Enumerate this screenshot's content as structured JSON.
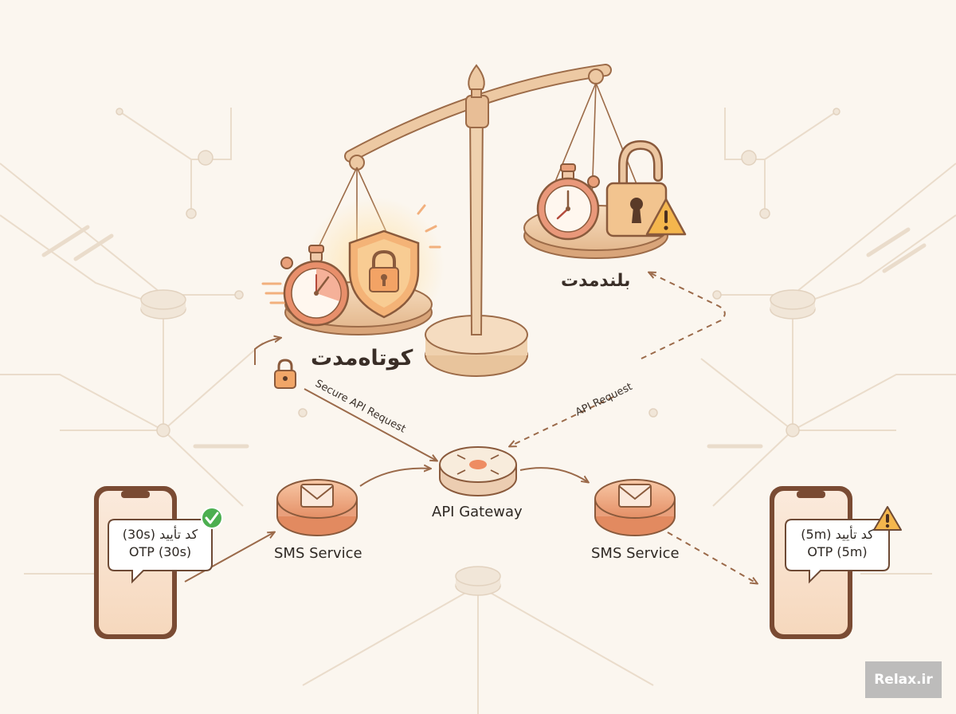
{
  "balance": {
    "left_label": "کوتاه‌مدت",
    "right_label": "بلندمدت"
  },
  "flow": {
    "secure_request_label": "Secure API Request",
    "api_request_label": "API Request",
    "gateway_label": "API Gateway",
    "sms_left_label": "SMS Service",
    "sms_right_label": "SMS Service"
  },
  "phones": {
    "left": {
      "line1": "کد تأیید (30s)",
      "line2": "OTP (30s)",
      "status": "check"
    },
    "right": {
      "line1": "کد تأیید (5m)",
      "line2": "OTP (5m)",
      "status": "warning"
    }
  },
  "watermark": "Relax.ir",
  "colors": {
    "background": "#fbf6ef",
    "accent": "#e8906a",
    "wood": "#e9c4a0",
    "outline": "#8a5a3c",
    "success": "#4caf50",
    "warning": "#f3b63f"
  },
  "icons": [
    "stopwatch-icon",
    "shield-lock-icon",
    "padlock-open-icon",
    "warning-icon",
    "envelope-icon",
    "router-icon",
    "smartphone-icon",
    "check-badge-icon"
  ]
}
